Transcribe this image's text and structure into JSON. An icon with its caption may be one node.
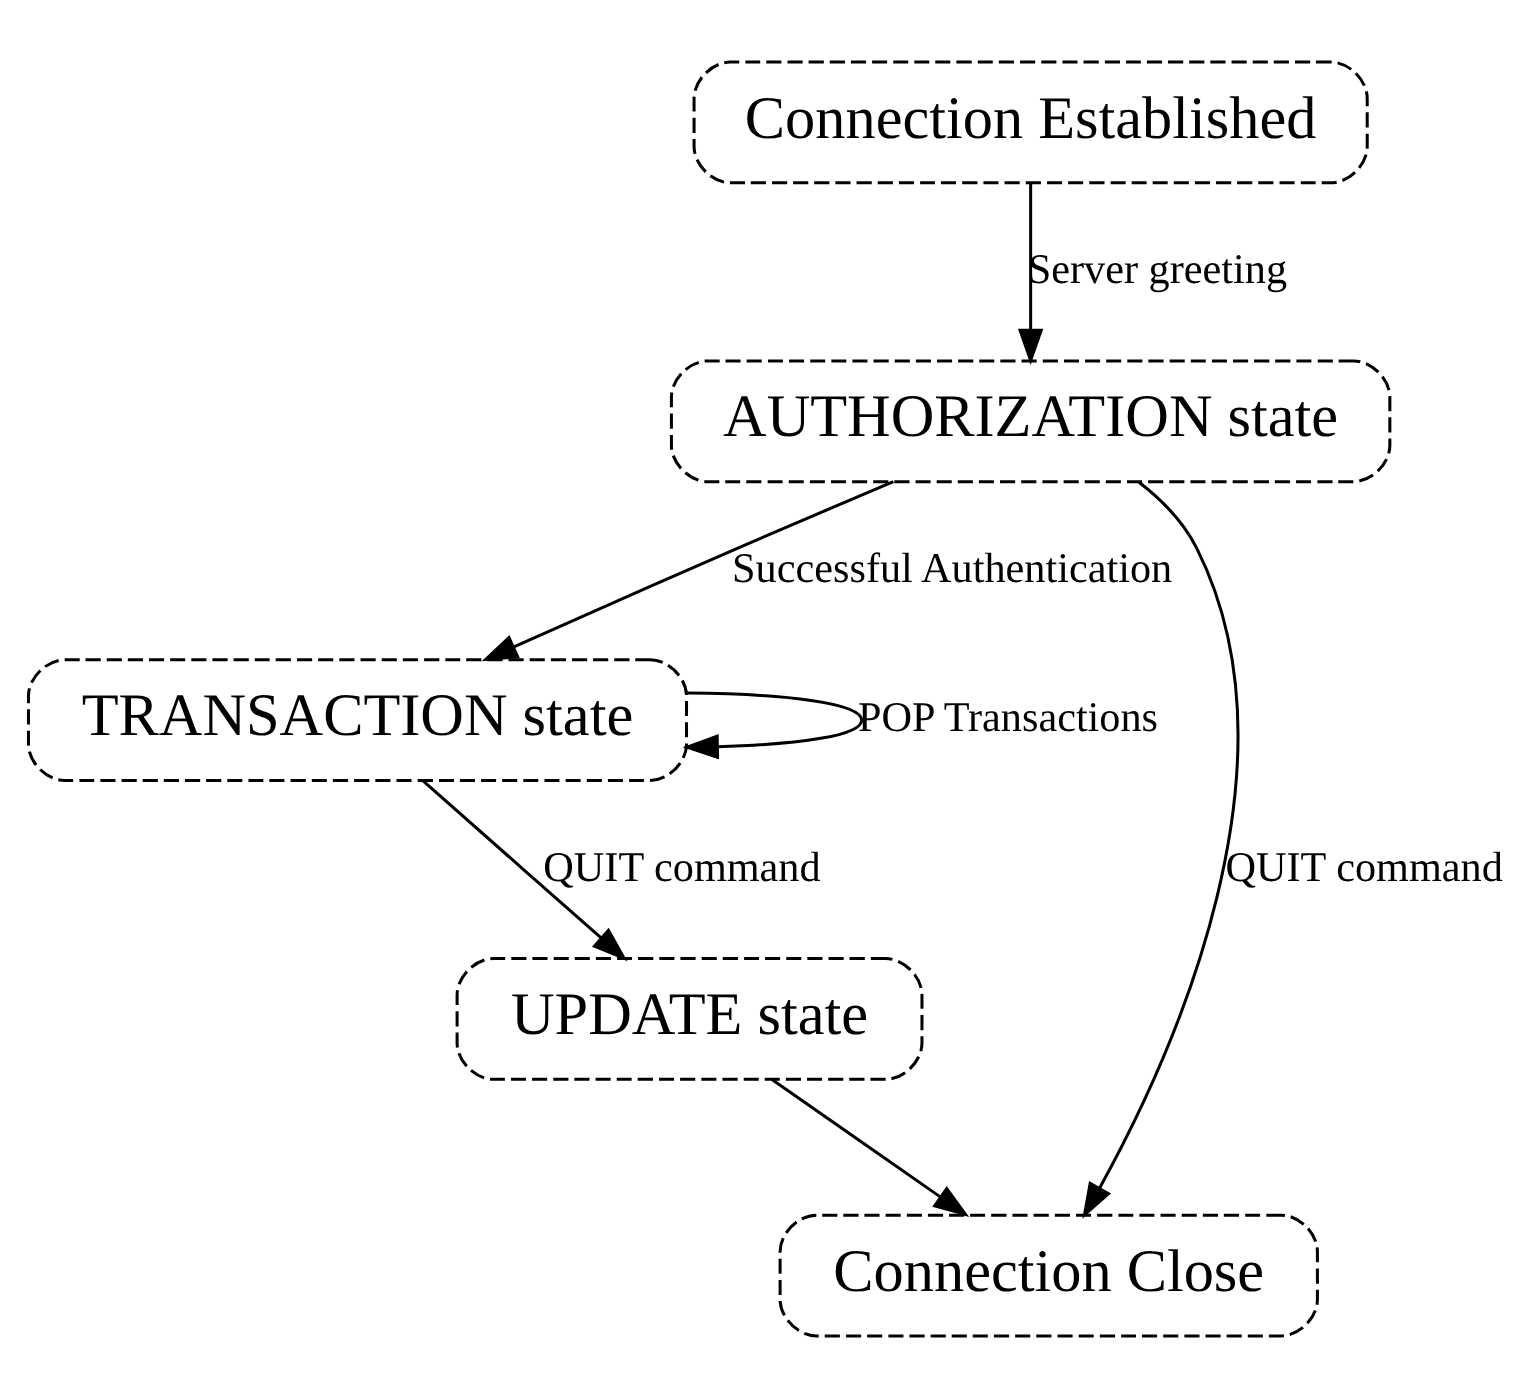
{
  "diagram": {
    "nodes": [
      {
        "text": [
          "Connection Established"
        ]
      },
      {
        "text": [
          "AUTHORIZATION state"
        ]
      },
      {
        "text": [
          "TRANSACTION state"
        ]
      },
      {
        "text": [
          "UPDATE state"
        ]
      },
      {
        "text": [
          "Connection Close"
        ]
      }
    ],
    "edges": [
      {
        "from": 0,
        "to": 1,
        "arrow": "to",
        "label": "Server greeting"
      },
      {
        "from": 1,
        "to": 2,
        "arrow": "to",
        "label": "Successful Authentication"
      },
      {
        "from": 2,
        "to": 2,
        "arrow": "to",
        "label": "POP Transactions"
      },
      {
        "from": 2,
        "to": 3,
        "arrow": "to",
        "label": "QUIT command"
      },
      {
        "from": 3,
        "to": 4,
        "arrow": "to"
      },
      {
        "from": 1,
        "to": 4,
        "arrow": "to",
        "label": "QUIT command"
      }
    ]
  }
}
